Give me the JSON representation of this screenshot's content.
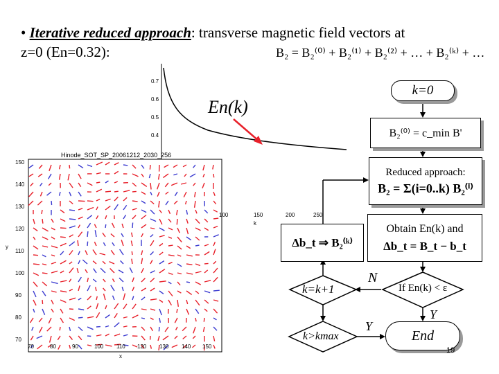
{
  "slide": {
    "title_bullet": "•",
    "title_term": "Iterative reduced approach",
    "title_rest": ": transverse magnetic field vectors at",
    "title_line2": "z=0 (En=0.32):",
    "series_equation": "B₂ = B₂⁽⁰⁾ + B₂⁽¹⁾ + B₂⁽²⁾ + … + B₂⁽ᵏ⁾ + …",
    "page_number": "19"
  },
  "curve_plot": {
    "label": "En(k)",
    "y_ticks": [
      "0.7",
      "0.6",
      "0.5",
      "0.4"
    ],
    "x_ticks": [
      "100",
      "150",
      "200",
      "250"
    ],
    "x_label": "k"
  },
  "vector_map": {
    "title": "Hinode_SOT_SP_20061212_2030_256",
    "y_ticks": [
      "150",
      "140",
      "130",
      "120",
      "110",
      "100",
      "90",
      "80",
      "70"
    ],
    "x_ticks": [
      "70",
      "80",
      "90",
      "100",
      "110",
      "120",
      "130",
      "140",
      "150"
    ],
    "x_label": "x",
    "y_label": "y",
    "colors": {
      "primary": "#e8202a",
      "secondary": "#3a3ad0"
    }
  },
  "flowchart": {
    "start": "k=0",
    "init_formula": "B₂⁽⁰⁾ = c_min B'",
    "reduced_title": "Reduced approach:",
    "reduced_formula": "B₂ = Σ(i=0..k) B₂⁽ⁱ⁾",
    "obtain_text": "Obtain En(k) and",
    "obtain_formula": "Δb_t = B_t − b_t",
    "update_formula": "Δb_t ⇒ B₂⁽ᵏ⁾",
    "increment": "k=k+1",
    "condition": "If En(k) < ε",
    "no_label": "N",
    "yes_label_1": "Y",
    "yes_label_2": "Y",
    "limit_check": "k>kmax",
    "end": "End"
  }
}
